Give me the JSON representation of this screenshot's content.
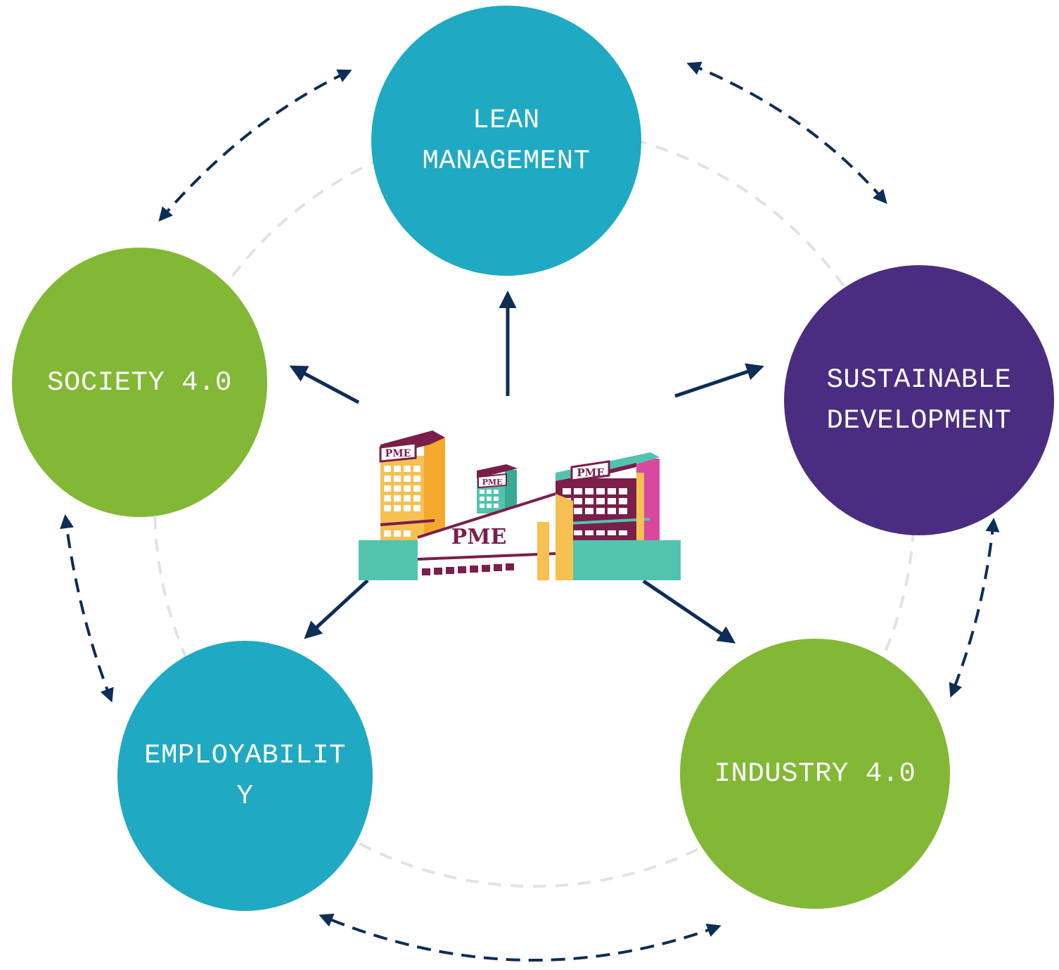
{
  "colors": {
    "teal": "#20a9c2",
    "green": "#82b836",
    "purple": "#4a2d80",
    "arrow": "#0e2d57",
    "ring": "#e2e2e2",
    "building_maroon": "#7a1e4a",
    "building_orange": "#f7c053",
    "building_mint": "#52c4ae",
    "building_pink": "#d9489f"
  },
  "nodes": {
    "lean": {
      "line1": "LEAN",
      "line2": "MANAGEMENT",
      "color": "#20a9c2"
    },
    "society": {
      "line1": "SOCIETY 4.0",
      "color": "#82b836"
    },
    "sustainable": {
      "line1": "SUSTAINABLE",
      "line2": "DEVELOPMENT",
      "color": "#4a2d80"
    },
    "employability": {
      "line1": "EMPLOYABILIT",
      "line2": "Y",
      "color": "#20a9c2"
    },
    "industry": {
      "line1": "INDUSTRY 4.0",
      "color": "#82b836"
    }
  },
  "center": {
    "main_sign": "PME",
    "sign_left": "PME",
    "sign_middle": "PME",
    "sign_right": "PME"
  }
}
